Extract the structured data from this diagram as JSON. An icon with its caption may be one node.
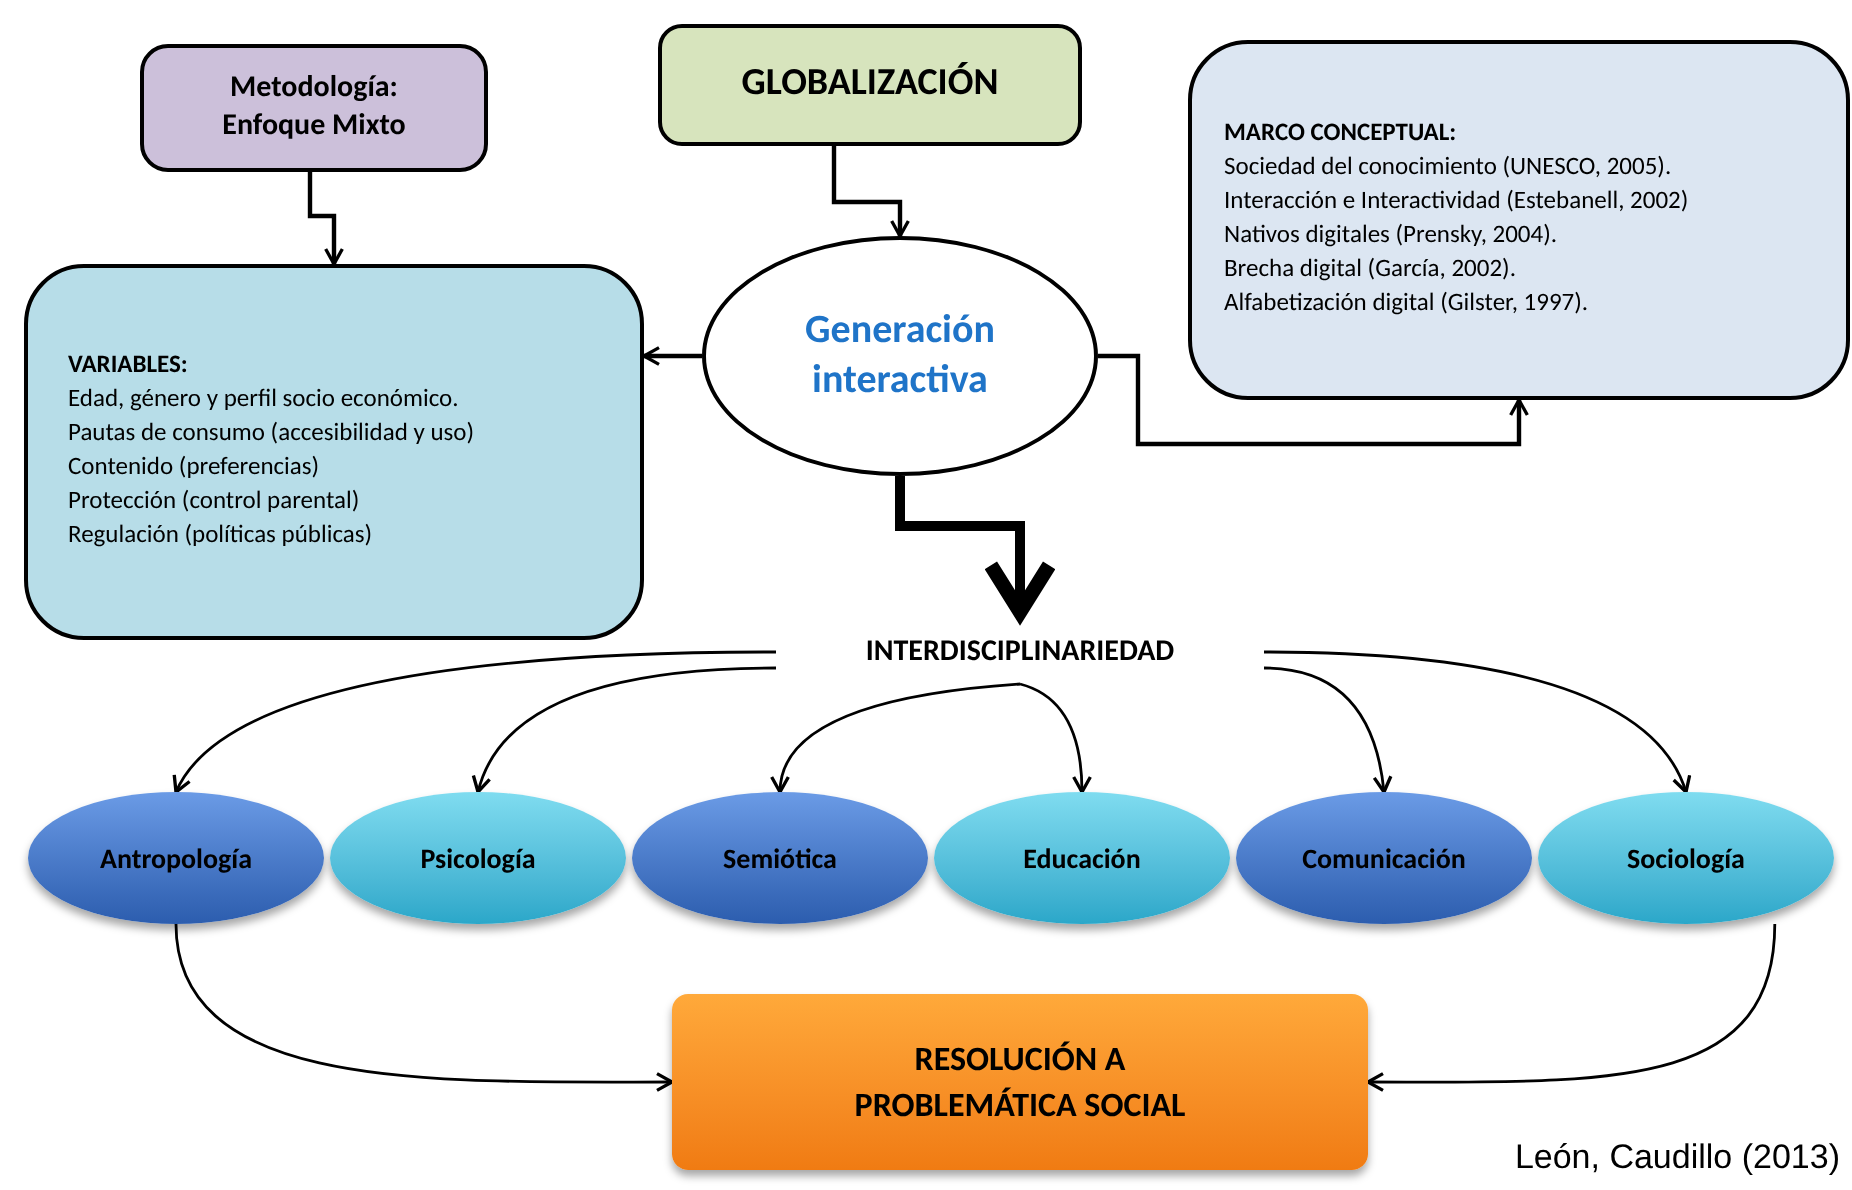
{
  "diagram": {
    "nodes": [
      {
        "text": [
          "Metodología: Enfoque Mixto"
        ]
      },
      {
        "text": [
          "GLOBALIZACIÓN"
        ]
      },
      {
        "text": [
          "MARCO CONCEPTUAL:",
          "Sociedad del conocimiento (UNESCO, 2005).",
          "Interacción e Interactividad  (Estebanell, 2002)",
          "Nativos digitales (Prensky, 2004).",
          "Brecha digital  (García, 2002).",
          "Alfabetización digital (Gilster, 1997)."
        ]
      },
      {
        "text": [
          "Generación interactiva"
        ]
      },
      {
        "text": [
          "VARIABLES:",
          "Edad, género y perfil socio económico.",
          "Pautas de consumo (accesibilidad y uso)",
          "Contenido (preferencias)",
          "Protección (control parental)",
          "Regulación (políticas públicas)"
        ]
      },
      {
        "text": [
          "INTERDISCIPLINARIEDAD"
        ]
      },
      {
        "text": [
          "Antropología"
        ]
      },
      {
        "text": [
          "Psicología"
        ]
      },
      {
        "text": [
          "Semiótica"
        ]
      },
      {
        "text": [
          "Educación"
        ]
      },
      {
        "text": [
          "Comunicación"
        ]
      },
      {
        "text": [
          "Sociología"
        ]
      },
      {
        "text": [
          "RESOLUCIÓN A PROBLEMÁTICA SOCIAL"
        ]
      }
    ],
    "edges": [
      {
        "from": 0,
        "to": 4,
        "arrow": "to"
      },
      {
        "from": 1,
        "to": 3,
        "arrow": "to"
      },
      {
        "from": 3,
        "to": 4,
        "arrow": "to"
      },
      {
        "from": 3,
        "to": 2,
        "arrow": "to"
      },
      {
        "from": 3,
        "to": 5,
        "arrow": "to",
        "style": "thick"
      },
      {
        "from": 5,
        "to": 6,
        "arrow": "to"
      },
      {
        "from": 5,
        "to": 7,
        "arrow": "to"
      },
      {
        "from": 5,
        "to": 8,
        "arrow": "to"
      },
      {
        "from": 5,
        "to": 9,
        "arrow": "to"
      },
      {
        "from": 5,
        "to": 10,
        "arrow": "to"
      },
      {
        "from": 5,
        "to": 11,
        "arrow": "to"
      },
      {
        "from": 6,
        "to": 12,
        "arrow": "to"
      },
      {
        "from": 11,
        "to": 12,
        "arrow": "to"
      }
    ],
    "labels": [
      "León, Caudillo (2013)"
    ]
  }
}
